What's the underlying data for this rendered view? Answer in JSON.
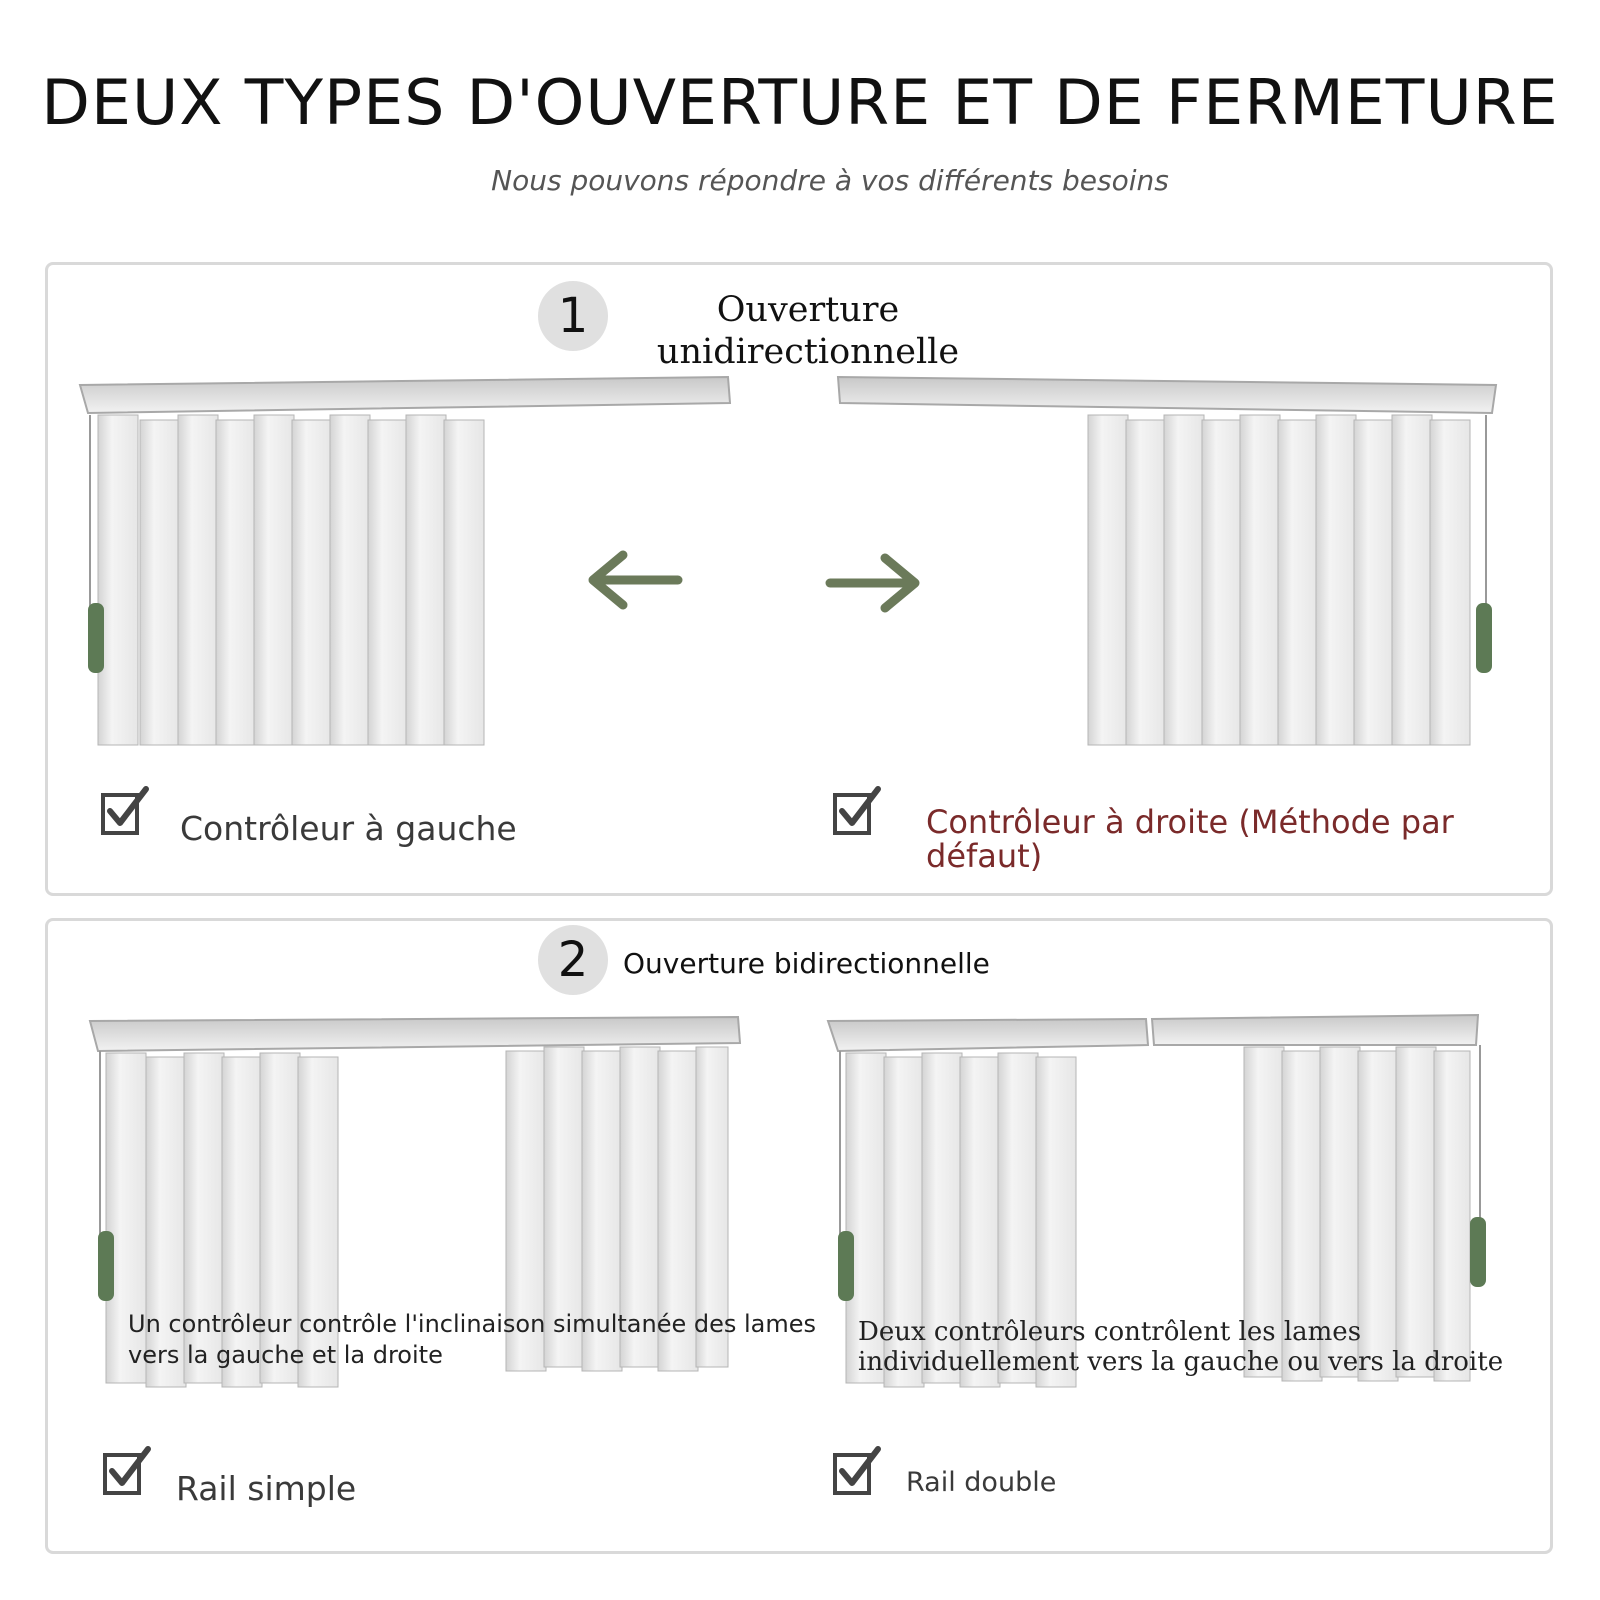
{
  "header": {
    "title": "DEUX TYPES D'OUVERTURE ET DE FERMETURE",
    "subtitle": "Nous pouvons répondre à vos différents besoins"
  },
  "section1": {
    "number": "1",
    "title": "Ouverture unidirectionnelle",
    "options": [
      {
        "label": "Contrôleur à gauche",
        "checked": true
      },
      {
        "label": "Contrôleur à droite (Méthode par défaut)",
        "checked": true
      }
    ]
  },
  "section2": {
    "number": "2",
    "title": "Ouverture bidirectionnelle",
    "single_description": "Un contrôleur contrôle l'inclinaison simultanée des lames vers la gauche et la droite",
    "double_description": "Deux contrôleurs contrôlent les lames individuellement vers la gauche ou vers la droite",
    "options": [
      {
        "label": "Rail simple",
        "checked": true
      },
      {
        "label": "Rail double",
        "checked": true
      }
    ]
  },
  "colors": {
    "arrow": "#6b7a5a",
    "controller": "#5d7a55",
    "highlight_label": "#7a2a2a",
    "panel_border": "#d9d9d9",
    "badge": "#e0e0e0"
  },
  "icons": [
    "arrow-left-icon",
    "arrow-right-icon",
    "checkbox-checked-icon"
  ]
}
